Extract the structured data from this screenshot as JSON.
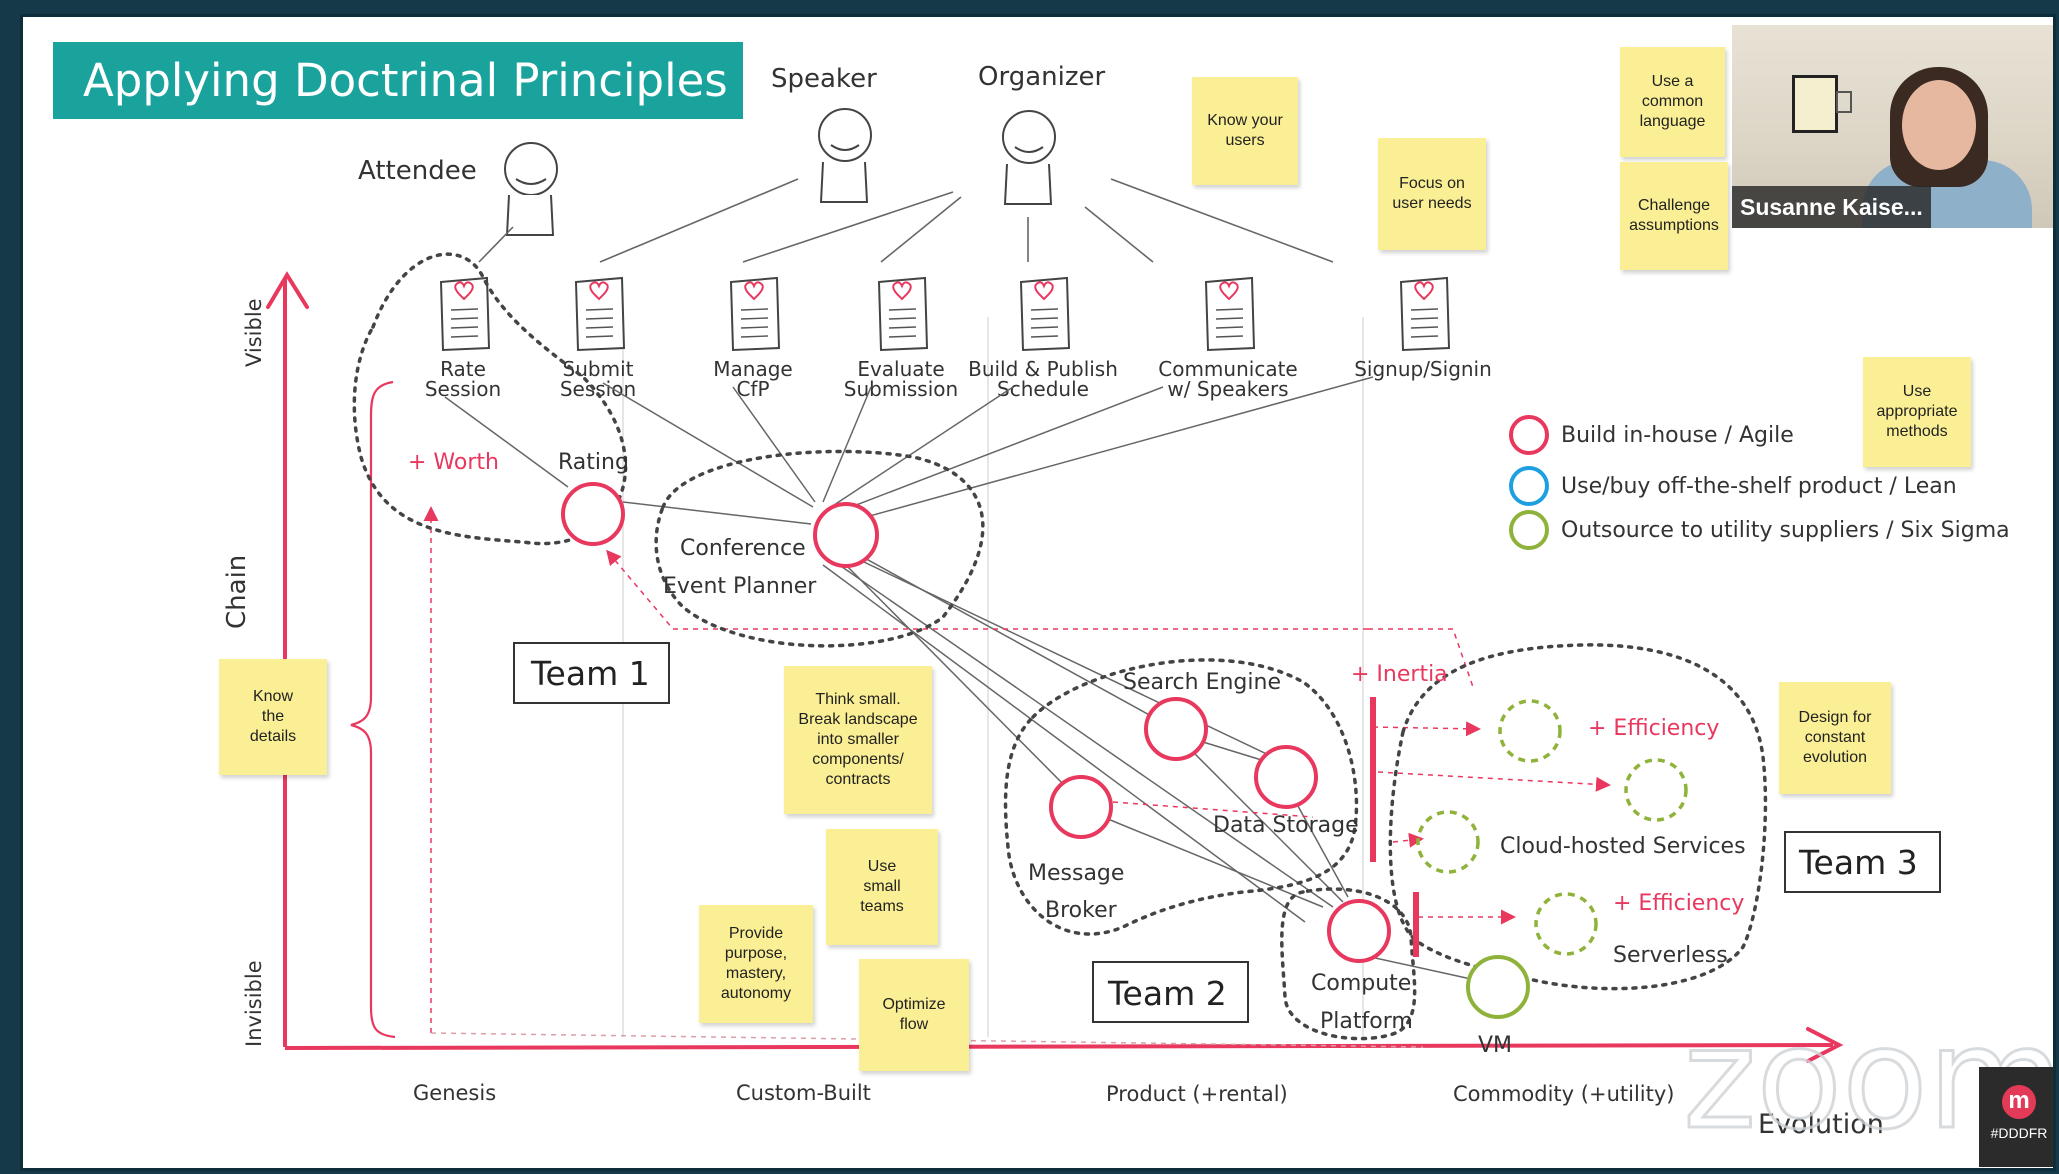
{
  "title": "Applying Doctrinal Principles",
  "users": {
    "speaker": "Speaker",
    "organizer": "Organizer",
    "attendee": "Attendee"
  },
  "needs": [
    {
      "label": "Rate\nSession"
    },
    {
      "label": "Submit\nSession"
    },
    {
      "label": "Manage\nCfP"
    },
    {
      "label": "Evaluate\nSubmission"
    },
    {
      "label": "Build & Publish\nSchedule"
    },
    {
      "label": "Communicate\nw/ Speakers"
    },
    {
      "label": "Signup/Signin"
    }
  ],
  "components": {
    "rating": "Rating",
    "worth": "+ Worth",
    "planner_line1": "Conference",
    "planner_line2": "Event Planner",
    "search": "Search Engine",
    "storage": "Data Storage",
    "broker_line1": "Message",
    "broker_line2": "Broker",
    "compute_line1": "Compute",
    "compute_line2": "Platform",
    "vm": "VM",
    "cloud": "Cloud-hosted Services",
    "serverless": "Serverless",
    "inertia": "+ Inertia",
    "efficiency1": "+ Efficiency",
    "efficiency2": "+ Efficiency"
  },
  "teams": {
    "team1": "Team 1",
    "team2": "Team 2",
    "team3": "Team 3"
  },
  "legend": [
    {
      "label": "Build in-house / Agile",
      "color": "#e8385e"
    },
    {
      "label": "Use/buy off-the-shelf product / Lean",
      "color": "#1e9fe0"
    },
    {
      "label": "Outsource to utility suppliers / Six Sigma",
      "color": "#8fb33a"
    }
  ],
  "axes": {
    "y_label": "Chain",
    "y_top": "Visible",
    "y_bottom": "Invisible",
    "x_label": "Evolution",
    "x_stages": [
      "Genesis",
      "Custom-Built",
      "Product (+rental)",
      "Commodity (+utility)"
    ]
  },
  "stickies": {
    "know_users": "Know your\nusers",
    "focus_needs": "Focus on\nuser needs",
    "common_language": "Use a\ncommon\nlanguage",
    "challenge": "Challenge\nassumptions",
    "appropriate_methods": "Use\nappropriate\nmethods",
    "know_details": "Know\nthe\ndetails",
    "think_small": "Think small.\nBreak landscape\ninto smaller\ncomponents/\ncontracts",
    "small_teams": "Use\nsmall\nteams",
    "purpose": "Provide\npurpose,\nmastery,\nautonomy",
    "optimize_flow": "Optimize\nflow",
    "constant_evolution": "Design for\nconstant\nevolution"
  },
  "video": {
    "participant": "Susanne Kaise..."
  },
  "watermark": "zoom",
  "badge": "#DDDFR",
  "colors": {
    "accent": "#1aa29d",
    "inhouse": "#e8385e",
    "product": "#1e9fe0",
    "utility": "#8fb33a",
    "sticky": "#faef94"
  }
}
